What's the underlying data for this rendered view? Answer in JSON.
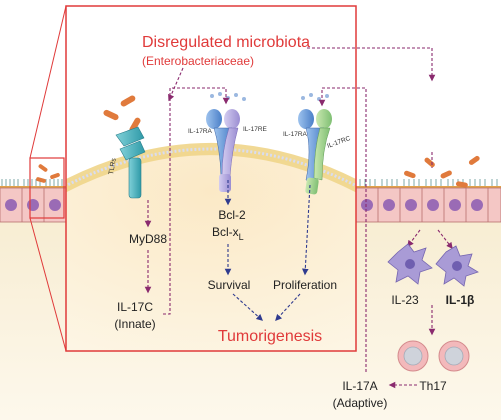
{
  "title": "Disregulated microbiota",
  "subtitle": "(Enterobacteriaceae)",
  "receptors": {
    "tlr": "TLRs",
    "ra1": "IL-17RA",
    "re": "IL-17RE",
    "ra2": "IL-17RA",
    "rc": "IL-17RC"
  },
  "left_chain": {
    "myd88": "MyD88",
    "il17c": "IL-17C",
    "innate": "(Innate)"
  },
  "mid_chain": {
    "bcl2": "Bcl-2",
    "bclx_main": "Bcl-x",
    "bclx_sub": "L",
    "survival": "Survival"
  },
  "right_chain": {
    "proliferation": "Proliferation"
  },
  "outcome": "Tumorigenesis",
  "immune": {
    "il23": "IL-23",
    "il1b": "IL-1β",
    "th17": "Th17",
    "il17a": "IL-17A",
    "adaptive": "(Adaptive)"
  },
  "colors": {
    "red": "#e03a3a",
    "purple": "#8a2a6e",
    "navy": "#2f3b8f",
    "bacteria": "#e07a3c",
    "tissue": "#f6e7c4",
    "epithelium": "#f4c7c5",
    "nucleus": "#9a6bb5"
  }
}
